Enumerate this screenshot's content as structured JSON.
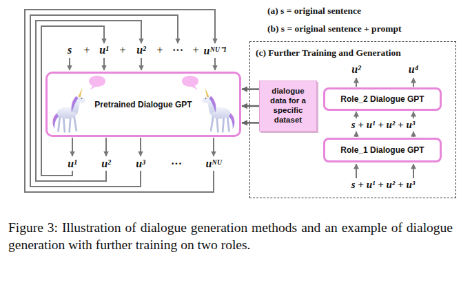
{
  "diagram": {
    "caption": "Figure 3: Illustration of dialogue generation methods and an example of dialogue generation with further training on two roles.",
    "nodes": [
      {
        "text": [
          "Pretrained Dialogue GPT"
        ]
      },
      {
        "text": [
          "(c) Further Training and Generation"
        ]
      },
      {
        "text": [
          "dialogue data for a specific dataset"
        ],
        "in": 1
      },
      {
        "text": [
          "Role_2 Dialogue GPT"
        ],
        "in": 1
      },
      {
        "text": [
          "Role_1 Dialogue GPT"
        ],
        "in": 1
      }
    ],
    "edges": [
      {
        "from": 2,
        "to": 0,
        "arrow": "to"
      },
      {
        "from": 2,
        "to": 0,
        "arrow": "to"
      },
      {
        "from": 2,
        "to": 0,
        "arrow": "to"
      }
    ],
    "labels": [
      "(a) s = original sentence",
      "(b) s = original sentence + prompt",
      "s",
      "+",
      "u¹",
      "+",
      "u²",
      "+",
      "···",
      "+",
      "uᴺᵁ⁻¹",
      "u¹",
      "u²",
      "u³",
      "···",
      "uᴺᵁ",
      "u²",
      "u⁴",
      "s + u¹ + u² + u³",
      "s + u¹ + u² + u³"
    ]
  }
}
